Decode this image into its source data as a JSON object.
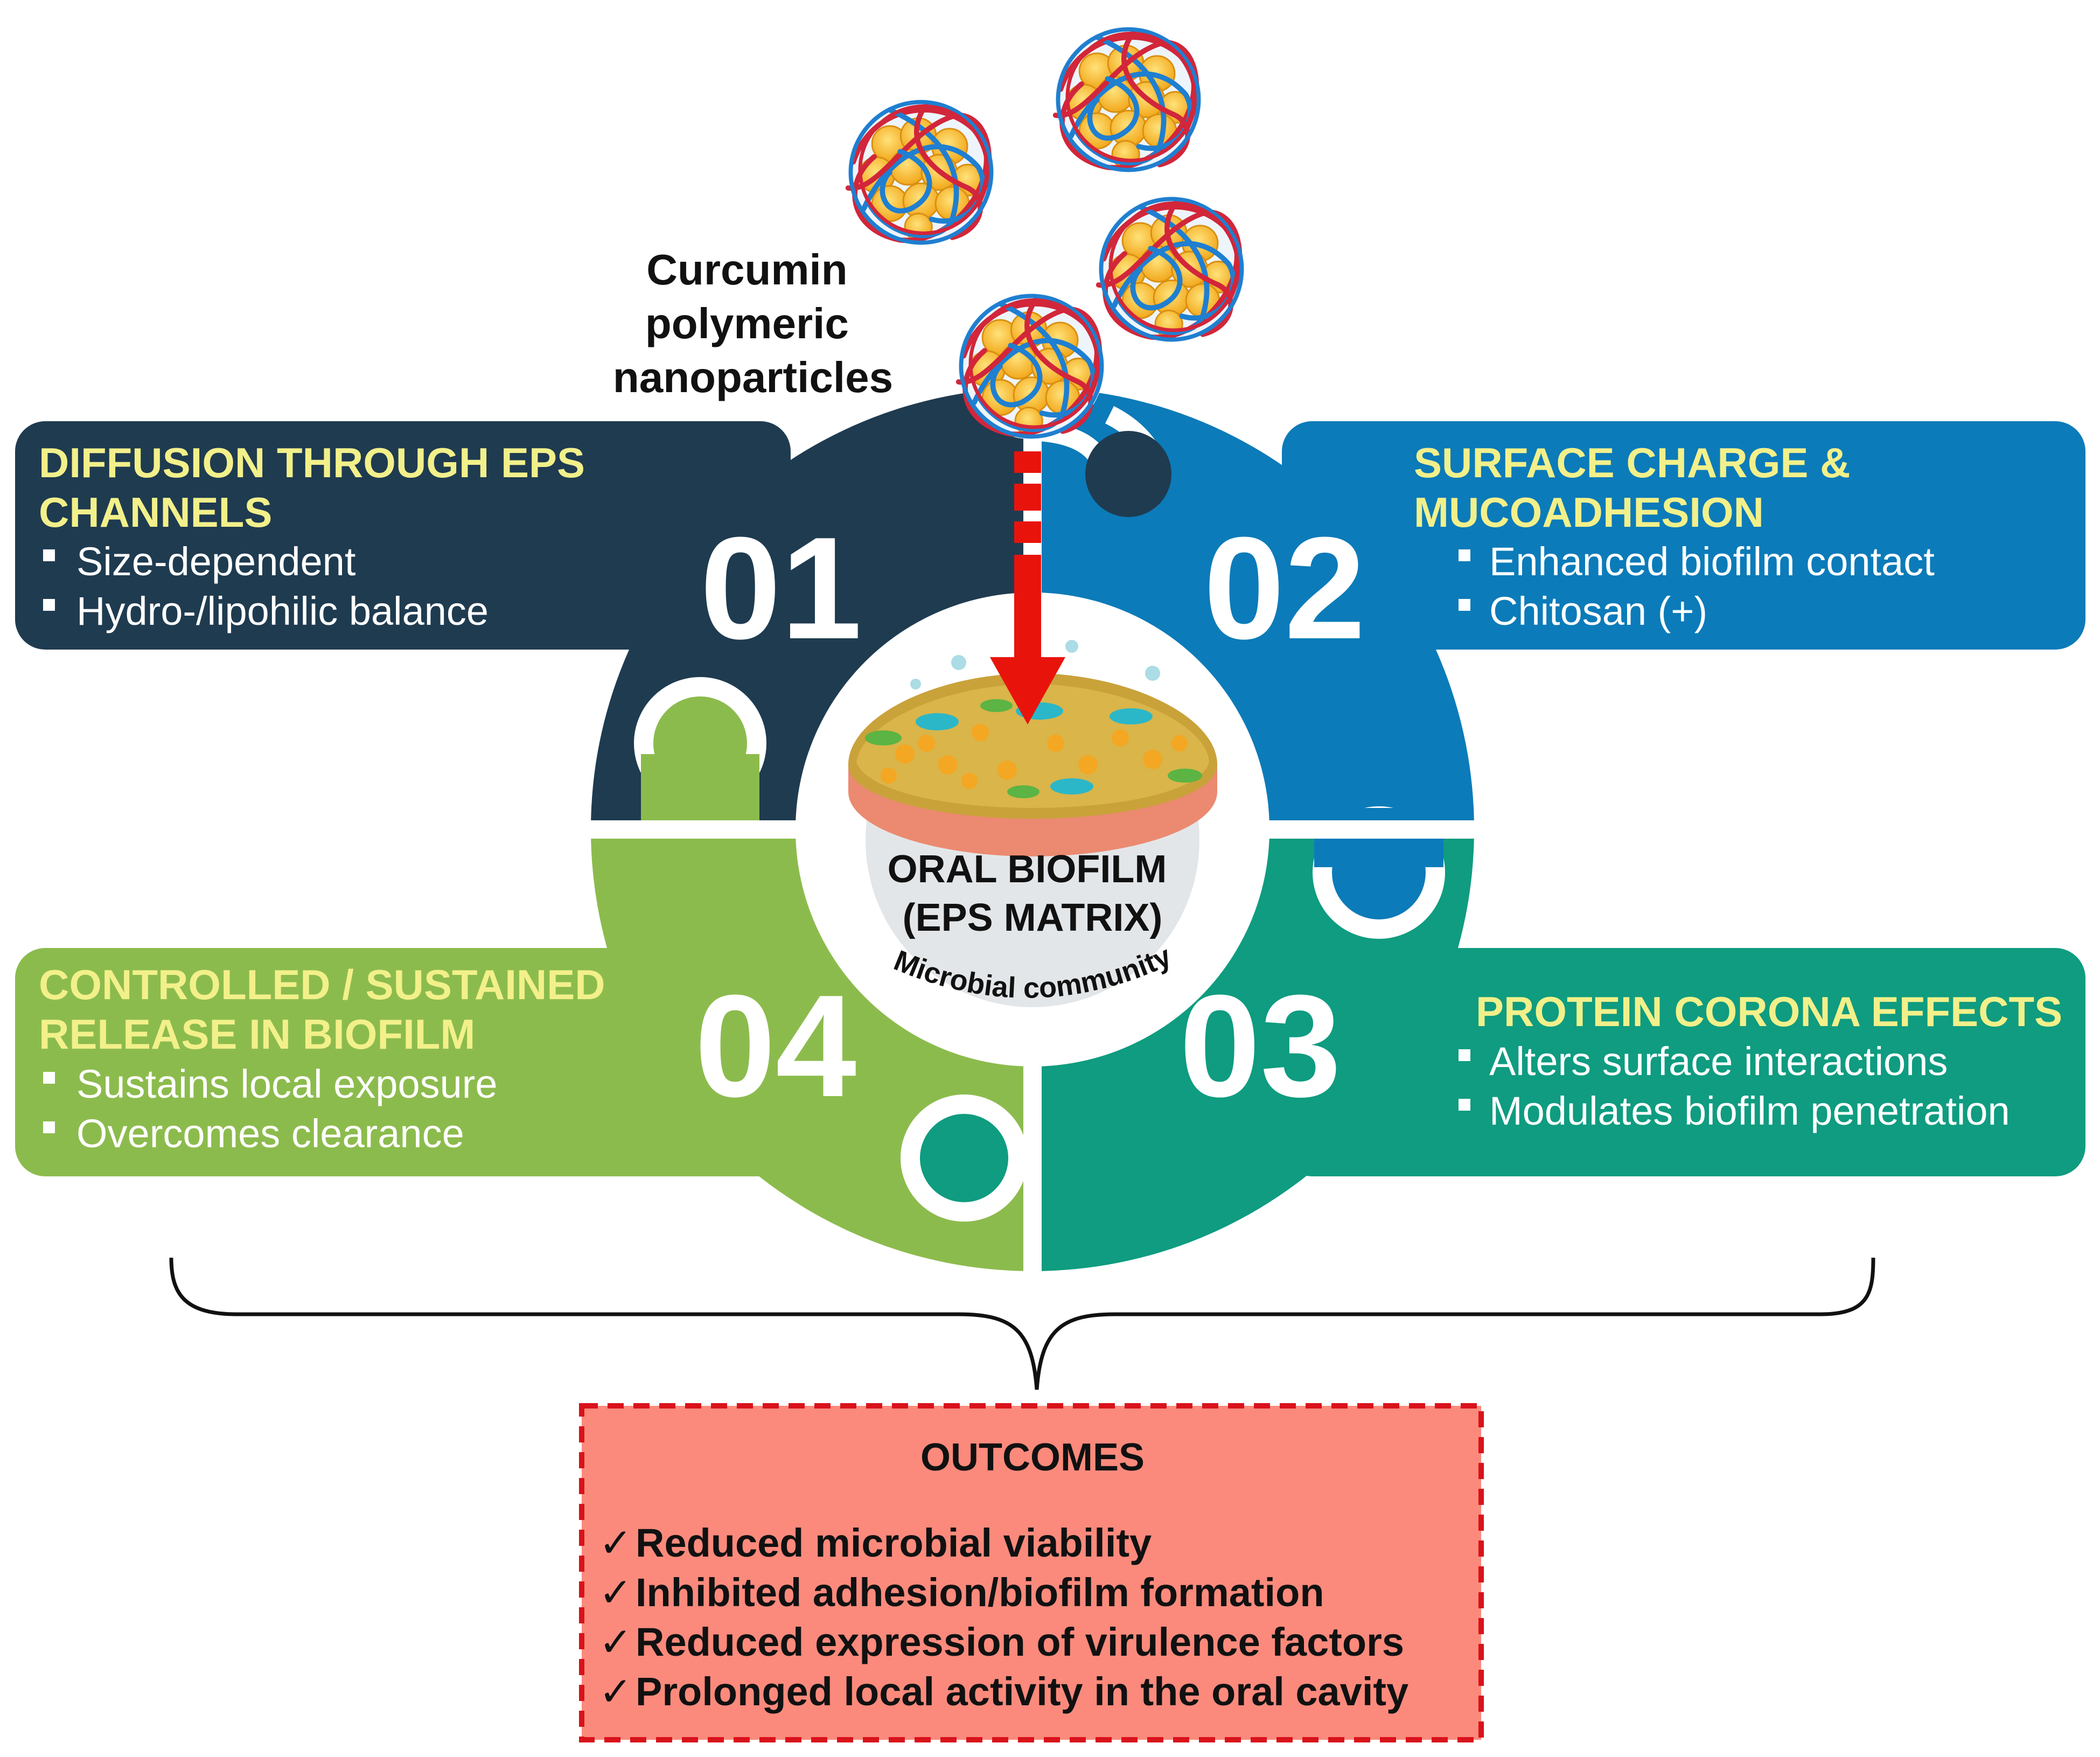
{
  "nanoparticles": {
    "label_lines": [
      "Curcumin",
      "polymeric",
      "nanoparticles"
    ]
  },
  "center": {
    "title_lines": [
      "ORAL BIOFILM",
      "(EPS MATRIX)"
    ],
    "subtitle": "Microbial community"
  },
  "pieces": [
    {
      "number": "01",
      "color": "#1f3b50",
      "title_lines": [
        "DIFFUSION THROUGH EPS",
        "CHANNELS"
      ],
      "bullets": [
        "Size-dependent",
        "Hydro-/lipohilic balance"
      ]
    },
    {
      "number": "02",
      "color": "#0c7bb9",
      "title_lines": [
        "SURFACE CHARGE &",
        "MUCOADHESION"
      ],
      "bullets": [
        "Enhanced biofilm contact",
        "Chitosan (+)"
      ]
    },
    {
      "number": "03",
      "color": "#0f9c80",
      "title_lines": [
        "PROTEIN CORONA EFFECTS"
      ],
      "bullets": [
        "Alters surface interactions",
        "Modulates biofilm penetration"
      ]
    },
    {
      "number": "04",
      "color": "#8cbb4d",
      "title_lines": [
        "CONTROLLED / SUSTAINED",
        "RELEASE IN BIOFILM"
      ],
      "bullets": [
        "Sustains local exposure",
        "Overcomes clearance"
      ]
    }
  ],
  "outcomes": {
    "title": "OUTCOMES",
    "check_symbol": "✓",
    "items": [
      "Reduced microbial viability",
      "Inhibited adhesion/biofilm formation",
      "Reduced expression of virulence factors",
      "Prolonged local activity in the oral cavity"
    ]
  },
  "colors": {
    "title_yellow": "#f2f08a",
    "arrow_red": "#e8140c",
    "outcome_fill": "#fb8a7c",
    "outcome_border": "#d9121b"
  }
}
